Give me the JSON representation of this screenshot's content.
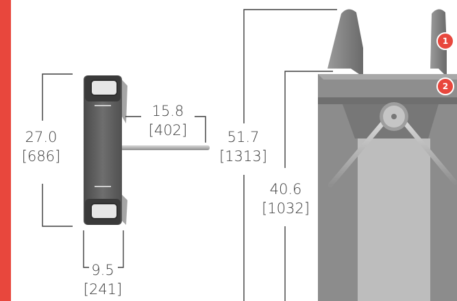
{
  "colors": {
    "accent": "#e8473d",
    "steel_dark": "#5f5f5f",
    "steel_mid": "#8a8a8a",
    "steel_light": "#b3b3b3",
    "dimension_line": "#3d3d3d"
  },
  "dimensions": {
    "side_height": {
      "imperial": "27.0",
      "metric": "[686]"
    },
    "arm_length": {
      "imperial": "15.8",
      "metric": "[402]"
    },
    "base_width": {
      "imperial": "9.5",
      "metric": "[241]"
    },
    "overall_height": {
      "imperial": "51.7",
      "metric": "[1313]"
    },
    "body_height": {
      "imperial": "40.6",
      "metric": "[1032]"
    }
  },
  "callouts": [
    {
      "number": "1"
    },
    {
      "number": "2"
    }
  ]
}
